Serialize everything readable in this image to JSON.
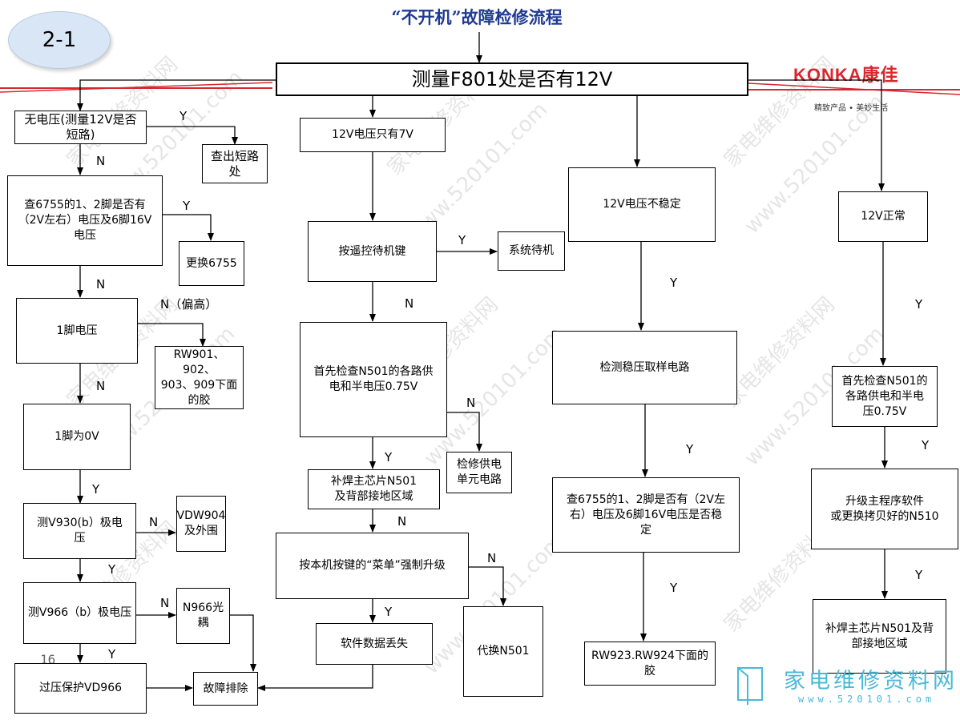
{
  "header": {
    "badge": "2-1",
    "title": "“不开机”故障检修流程",
    "brand": "KONKA康佳",
    "slogan": "精致产品 • 美妙生活",
    "page_number": "16"
  },
  "watermark": {
    "text1": "家电维修资料网",
    "text2": "www.520101.com",
    "logo": "家电维修资料网",
    "logo_url": "www.520101.com"
  },
  "nodes": {
    "n_top": "测量F801处是否有12V",
    "n_novolt": "无电压(测量12V是否\n短路)",
    "n_short": "查出短路\n处",
    "n_check6755a": "查6755的1、2脚是否有\n（2V左右）电压及6脚16V\n电压",
    "n_replace6755": "更换6755",
    "n_pin1": "1脚电压",
    "n_rw901": "RW901、902、\n903、909下面\n的胶",
    "n_pin1zero": "1脚为0V",
    "n_v930": "测V930(b）极电\n压",
    "n_vdw904": "VDW904\n及外围",
    "n_v966": "测V966（b）极电压",
    "n_n966": "N966光\n耦",
    "n_vd966": "过压保护VD966",
    "n_fix": "故障排除",
    "n_7v": "12V电压只有7V",
    "n_remote": "按遥控待机键",
    "n_standby": "系统待机",
    "n_n501a": "首先检查N501的各路供\n电和半电压0.75V",
    "n_supply": "检修供电\n单元电路",
    "n_resolder_a": "补焊主芯片N501\n及背部接地区域",
    "n_menu": "按本机按键的“菜单”强制升级",
    "n_lost": "软件数据丢失",
    "n_replace501": "代换N501",
    "n_unstable": "12V电压不稳定",
    "n_sample": "检测稳压取样电路",
    "n_check6755b": "查6755的1、2脚是否有（2V左\n右）电压及6脚16V电压是否稳\n定",
    "n_rw923": "RW923.RW924下面的\n胶",
    "n_normal": "12V正常",
    "n_n501b": "首先检查N501的\n各路供电和半电\n压0.75V",
    "n_upgrade": "升级主程序软件\n或更换拷贝好的N510",
    "n_resolder_b": "补焊主芯片N501及背\n部接地区域"
  },
  "edge_labels": {
    "y": "Y",
    "n": "N",
    "n_high": "N（偏高）"
  },
  "colors": {
    "title": "#1f3a93",
    "brand": "#d8282f",
    "header_line": "#d8282f",
    "badge_fill": "#d9e6f5",
    "logo": "#4ab9d6"
  }
}
